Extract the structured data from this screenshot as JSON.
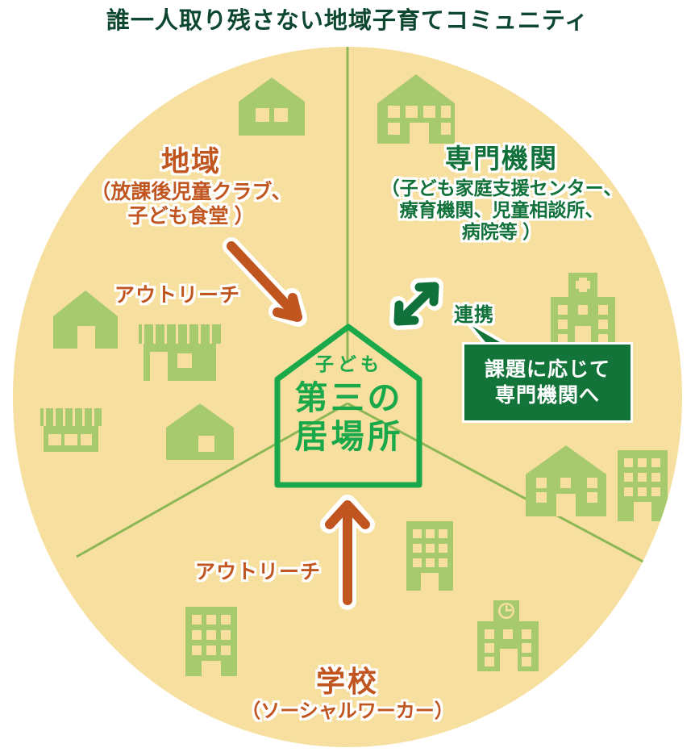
{
  "title": "誰一人取り残さない地域子育てコミュニティ",
  "colors": {
    "circle_bg": "#f7dfa0",
    "icon_green": "#a8ca6e",
    "brand_dark_green": "#11713a",
    "brand_bright_green": "#1aa94a",
    "brand_orange": "#c1551f",
    "divider_green": "#8cb755",
    "title_color": "#0d4730",
    "callout_bg": "#13743a"
  },
  "center": {
    "icon": "house-outline-icon",
    "eyebrow": "子ども",
    "line1": "第三の",
    "line2": "居場所"
  },
  "regions": [
    {
      "id": "chiiki",
      "heading": "地域",
      "detail": "（放課後児童クラブ、\n子ども食堂）",
      "detail_line1": "（放課後児童クラブ、",
      "detail_line2": "子ども食堂 ）",
      "color": "#c1551f"
    },
    {
      "id": "senmon",
      "heading": "専門機関",
      "detail_line1": "（子ども家庭支援センター、",
      "detail_line2": "療育機関、児童相談所、",
      "detail_line3": "病院等 ）",
      "color": "#11713a"
    },
    {
      "id": "gakkou",
      "heading": "学校",
      "detail_line1": "（ソーシャルワーカー）",
      "color": "#c1551f"
    }
  ],
  "connectors": [
    {
      "id": "outreach-top",
      "label": "アウトリーチ",
      "arrow": "orange-arrow-down-right",
      "color": "#c1551f"
    },
    {
      "id": "outreach-bottom",
      "label": "アウトリーチ",
      "arrow": "orange-arrow-up",
      "color": "#c1551f"
    },
    {
      "id": "renkei",
      "label": "連携",
      "arrow": "green-double-arrow-diagonal",
      "color": "#11713a"
    }
  ],
  "callout": {
    "line1": "課題に応じて",
    "line2": "専門機関へ"
  },
  "decorative_icons": [
    {
      "name": "house-icon",
      "region": "chiiki"
    },
    {
      "name": "school-building-icon",
      "region": "senmon"
    },
    {
      "name": "house-icon",
      "region": "chiiki"
    },
    {
      "name": "shop-awning-icon",
      "region": "chiiki"
    },
    {
      "name": "shop-awning-icon",
      "region": "chiiki"
    },
    {
      "name": "house-icon",
      "region": "chiiki"
    },
    {
      "name": "hospital-icon",
      "region": "senmon"
    },
    {
      "name": "school-building-icon",
      "region": "senmon"
    },
    {
      "name": "apartment-building-icon",
      "region": "senmon"
    },
    {
      "name": "apartment-building-icon",
      "region": "gakkou"
    },
    {
      "name": "apartment-building-icon",
      "region": "gakkou"
    },
    {
      "name": "clock-school-icon",
      "region": "gakkou"
    },
    {
      "name": "apartment-building-icon",
      "region": "gakkou"
    }
  ]
}
